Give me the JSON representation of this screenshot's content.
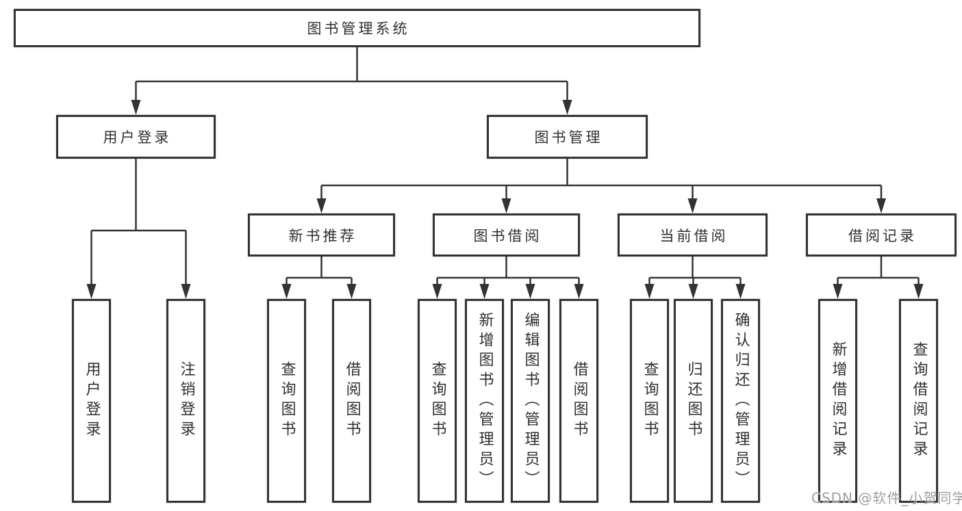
{
  "tree": {
    "label": "图书管理系统",
    "children": [
      {
        "label": "用户登录",
        "children": [
          {
            "label": "用户登录"
          },
          {
            "label": "注销登录"
          }
        ]
      },
      {
        "label": "图书管理",
        "children": [
          {
            "label": "新书推荐",
            "children": [
              {
                "label": "查询图书"
              },
              {
                "label": "借阅图书"
              }
            ]
          },
          {
            "label": "图书借阅",
            "children": [
              {
                "label": "查询图书"
              },
              {
                "label": "新增图书（管理员）"
              },
              {
                "label": "编辑图书（管理员）"
              },
              {
                "label": "借阅图书"
              }
            ]
          },
          {
            "label": "当前借阅",
            "children": [
              {
                "label": "查询图书"
              },
              {
                "label": "归还图书"
              },
              {
                "label": "确认归还（管理员）"
              }
            ]
          },
          {
            "label": "借阅记录",
            "children": [
              {
                "label": "新增借阅记录"
              },
              {
                "label": "查询借阅记录"
              }
            ]
          }
        ]
      }
    ]
  },
  "watermark": "CSDN @软件_小贺同学",
  "colors": {
    "line": "#333333",
    "text": "#2f2f2f",
    "box_fill": "#ffffff",
    "background": "#ffffff",
    "watermark": "#9e9e9e"
  }
}
